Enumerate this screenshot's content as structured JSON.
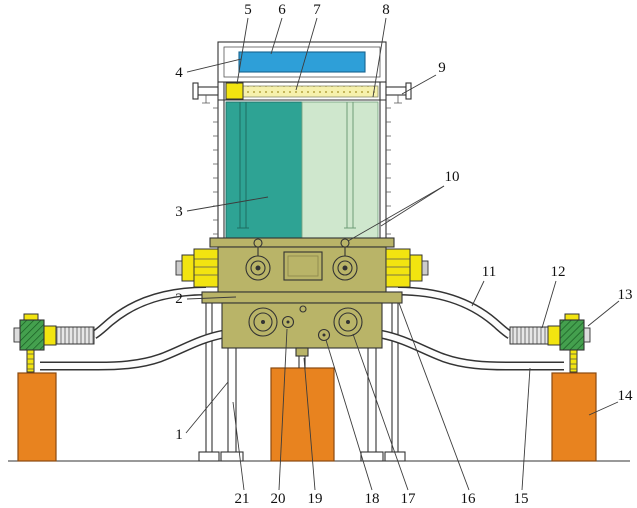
{
  "parts": [
    "1",
    "2",
    "3",
    "4",
    "5",
    "6",
    "7",
    "8",
    "9",
    "10",
    "11",
    "12",
    "13",
    "14",
    "15",
    "16",
    "17",
    "18",
    "19",
    "20",
    "21"
  ],
  "colors": {
    "background": "#ffffff",
    "outline": "#333333",
    "blue_lid_panel": "#2e9fd8",
    "pale_yellow_strip": "#f6f1ad",
    "bright_yellow": "#f2e410",
    "teal_tank_panel": "#2ea394",
    "light_green_tank_panel": "#cfe7cd",
    "khaki_housing": "#b9b468",
    "orange_pedestal": "#e8831f",
    "green_fitting": "#44a04e"
  }
}
